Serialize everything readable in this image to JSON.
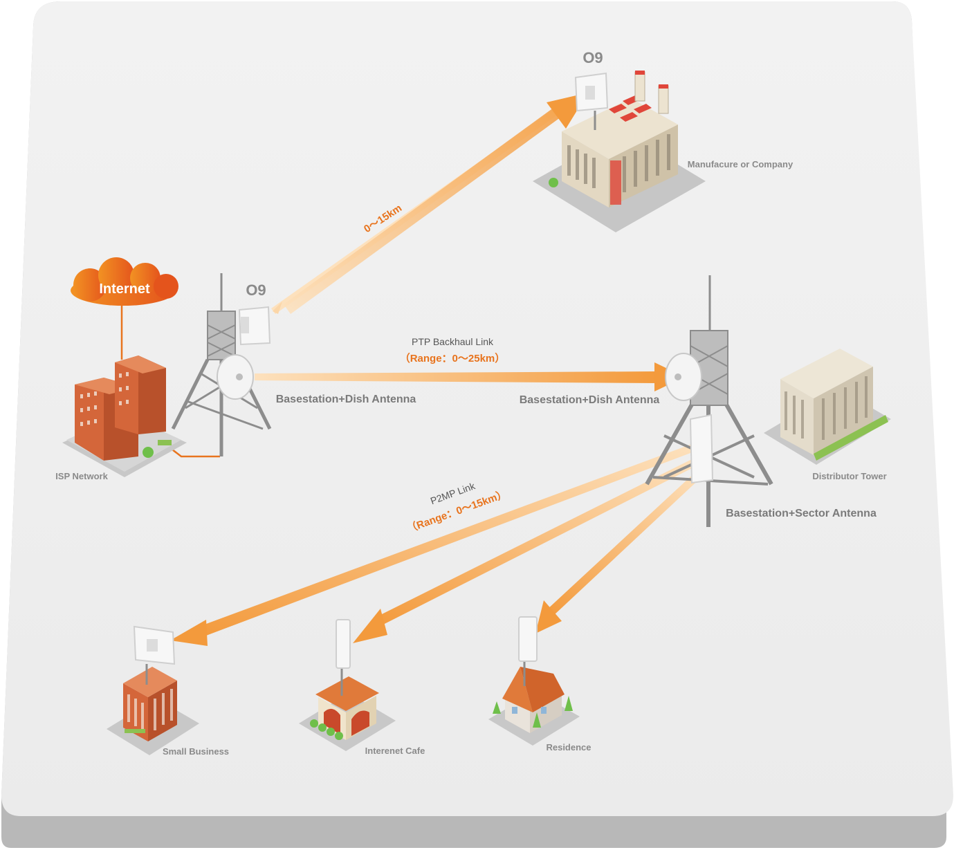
{
  "colors": {
    "platform": "#efefef",
    "platform_edge": "#b4b4b4",
    "link": "#f4a04a",
    "link_light": "#fbd6a8",
    "accent": "#e8741e",
    "brick": "#d4663a",
    "tower": "#8d8d8d",
    "label_gray": "#8a8a8a"
  },
  "cloud": {
    "label": "Internet",
    "icon": "cloud-icon"
  },
  "nodes": {
    "isp": "ISP Network",
    "manufacture": "Manufacure or Company",
    "distributor": "Distributor Tower",
    "small_business": "Small Business",
    "cafe": "Interenet Cafe",
    "residence": "Residence"
  },
  "stations": {
    "left": "Basestation+Dish Antenna",
    "right": "Basestation+Dish Antenna",
    "sector": "Basestation+Sector Antenna"
  },
  "models": {
    "top": "O9",
    "left": "O9"
  },
  "links": {
    "top_range": "0～15km",
    "ptp_title": "PTP Backhaul Link",
    "ptp_range": "（Range：0～25km）",
    "p2mp_title": "P2MP Link",
    "p2mp_range": "（Range：0～15km）"
  }
}
